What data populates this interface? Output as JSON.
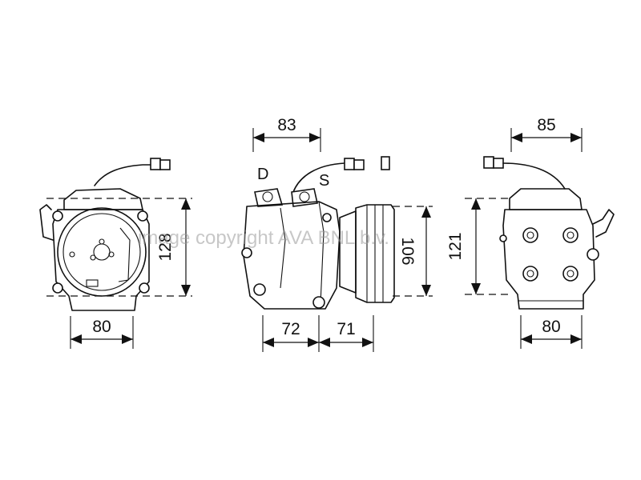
{
  "dimensions": {
    "left_view": {
      "width_bottom": "80",
      "height": "128"
    },
    "center_view": {
      "width_top": "83",
      "height": "106",
      "width_bottom_left": "72",
      "width_bottom_right": "71"
    },
    "right_view": {
      "width_top": "85",
      "height": "121",
      "width_bottom": "80"
    }
  },
  "port_labels": {
    "discharge": "D",
    "suction": "S"
  },
  "watermark": "image copyright AVA BNL b.v."
}
